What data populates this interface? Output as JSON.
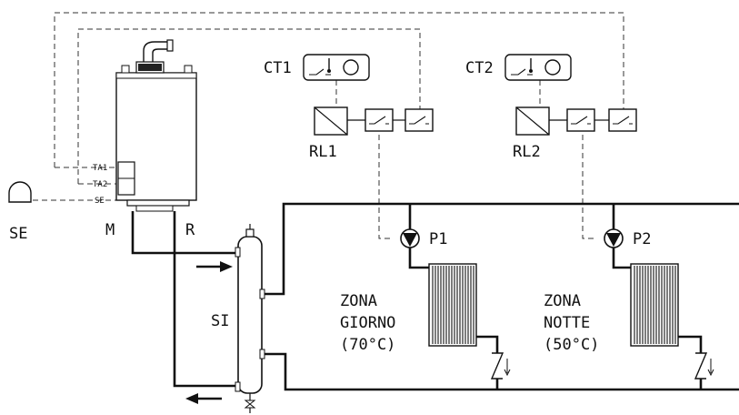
{
  "labels": {
    "ct1": "CT1",
    "ct2": "CT2",
    "rl1": "RL1",
    "rl2": "RL2",
    "p1": "P1",
    "p2": "P2",
    "se_sensor": "SE",
    "m": "M",
    "r": "R",
    "si": "SI",
    "terminal_ta1": "TA1",
    "terminal_ta2": "TA2",
    "terminal_se": "SE",
    "zona_giorno_1": "ZONA",
    "zona_giorno_2": "GIORNO",
    "zona_giorno_3": "(70°C)",
    "zona_notte_1": "ZONA",
    "zona_notte_2": "NOTTE",
    "zona_notte_3": "(50°C)"
  }
}
